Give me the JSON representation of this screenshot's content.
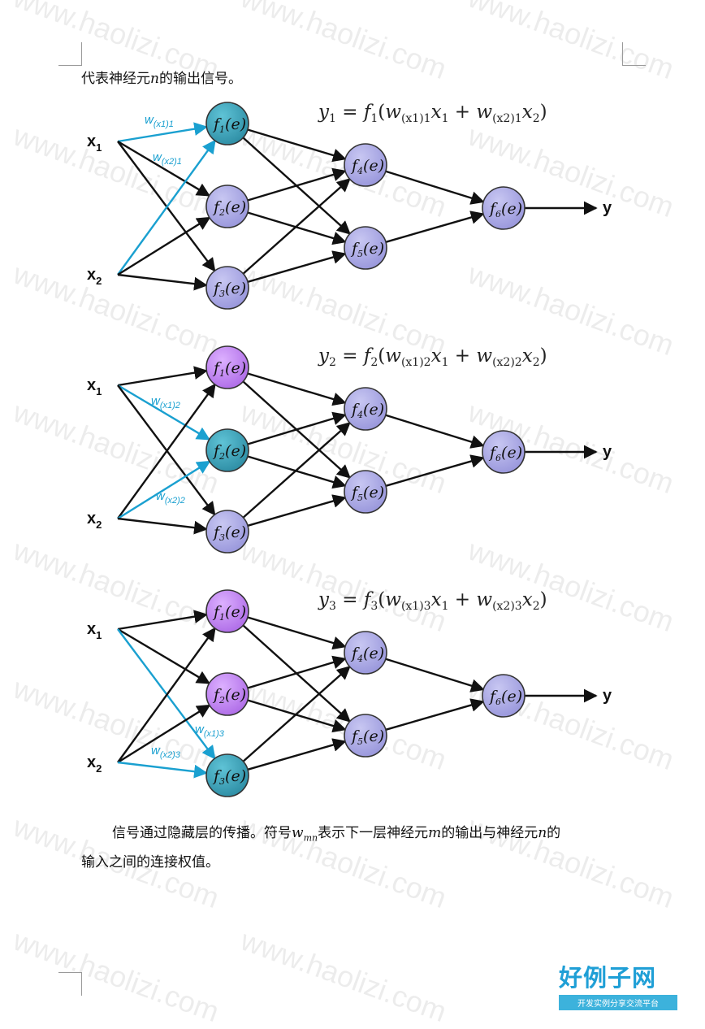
{
  "watermark": {
    "text": "www.haolizi.com"
  },
  "paragraph_top": {
    "pre": "代表神经元",
    "var": "n",
    "post": "的输出信号。"
  },
  "paragraph_bottom": {
    "line1_pre": "信号通过隐藏层的传播。符号",
    "w": "w",
    "w_sub": "mn",
    "line1_mid": "表示下一层神经元",
    "m": "m",
    "line1_mid2": "的输出与神经元",
    "n": "n",
    "line1_end": "的",
    "line2": "输入之间的连接权值。"
  },
  "logo": {
    "main": "好例子网",
    "tagline": "开发实例分享交流平台"
  },
  "colors": {
    "arrow_black": "#111111",
    "arrow_blue": "#1aa0d0",
    "node_default": "#9a98dc",
    "node_active_teal": "#2f8fa6",
    "node_active_purple": "#b06ee8"
  },
  "diagrams": [
    {
      "equation": {
        "y": "y",
        "y_sub": "1",
        "eq": " = ",
        "f": "f",
        "f_sub": "1",
        "open": "(",
        "w1": "w",
        "w1_sub": "(x1)1",
        "x1": "x",
        "x1_sub": "1",
        "plus": " + ",
        "w2": "w",
        "w2_sub": "(x2)1",
        "x2": "x",
        "x2_sub": "2",
        "close": ")"
      },
      "weights": [
        {
          "w": "w",
          "sub": "(x1)1"
        },
        {
          "w": "w",
          "sub": "(x2)1"
        }
      ],
      "active": [
        "teal",
        "default",
        "default"
      ]
    },
    {
      "equation": {
        "y": "y",
        "y_sub": "2",
        "eq": " = ",
        "f": "f",
        "f_sub": "2",
        "open": "(",
        "w1": "w",
        "w1_sub": "(x1)2",
        "x1": "x",
        "x1_sub": "1",
        "plus": " + ",
        "w2": "w",
        "w2_sub": "(x2)2",
        "x2": "x",
        "x2_sub": "2",
        "close": ")"
      },
      "weights": [
        {
          "w": "w",
          "sub": "(x1)2"
        },
        {
          "w": "w",
          "sub": "(x2)2"
        }
      ],
      "active": [
        "purple",
        "teal",
        "default"
      ]
    },
    {
      "equation": {
        "y": "y",
        "y_sub": "3",
        "eq": " = ",
        "f": "f",
        "f_sub": "3",
        "open": "(",
        "w1": "w",
        "w1_sub": "(x1)3",
        "x1": "x",
        "x1_sub": "1",
        "plus": " + ",
        "w2": "w",
        "w2_sub": "(x2)3",
        "x2": "x",
        "x2_sub": "2",
        "close": ")"
      },
      "weights": [
        {
          "w": "w",
          "sub": "(x1)3"
        },
        {
          "w": "w",
          "sub": "(x2)3"
        }
      ],
      "active": [
        "purple",
        "purple",
        "teal"
      ]
    }
  ],
  "nodes": [
    {
      "f": "f",
      "sub": "1",
      "arg": "(e)"
    },
    {
      "f": "f",
      "sub": "2",
      "arg": "(e)"
    },
    {
      "f": "f",
      "sub": "3",
      "arg": "(e)"
    },
    {
      "f": "f",
      "sub": "4",
      "arg": "(e)"
    },
    {
      "f": "f",
      "sub": "5",
      "arg": "(e)"
    },
    {
      "f": "f",
      "sub": "6",
      "arg": "(e)"
    }
  ],
  "inputs": [
    {
      "x": "x",
      "sub": "1"
    },
    {
      "x": "x",
      "sub": "2"
    }
  ],
  "output": {
    "y": "y"
  }
}
